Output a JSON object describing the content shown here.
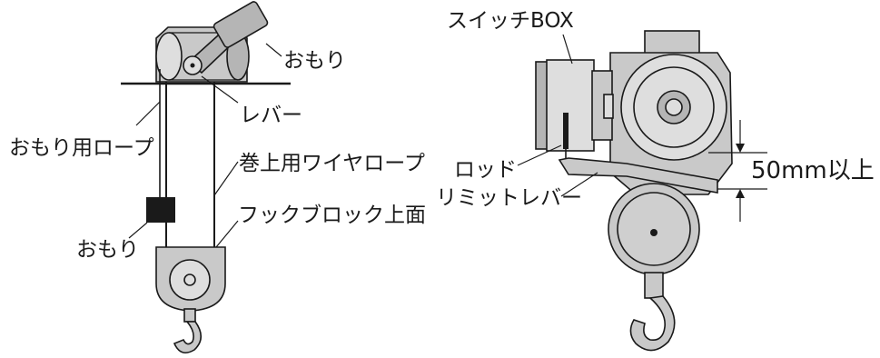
{
  "left_diagram": {
    "weight_top_label": "おもり",
    "lever_label": "レバー",
    "weight_rope_label": "おもり用ロープ",
    "wire_rope_label": "巻上用ワイヤロープ",
    "hook_block_top_label": "フックブロック上面",
    "weight_bottom_label": "おもり"
  },
  "right_diagram": {
    "switch_box_label": "スイッチBOX",
    "rod_label": "ロッド",
    "limit_lever_label": "リミットレバー",
    "clearance_label": "50mm以上"
  }
}
